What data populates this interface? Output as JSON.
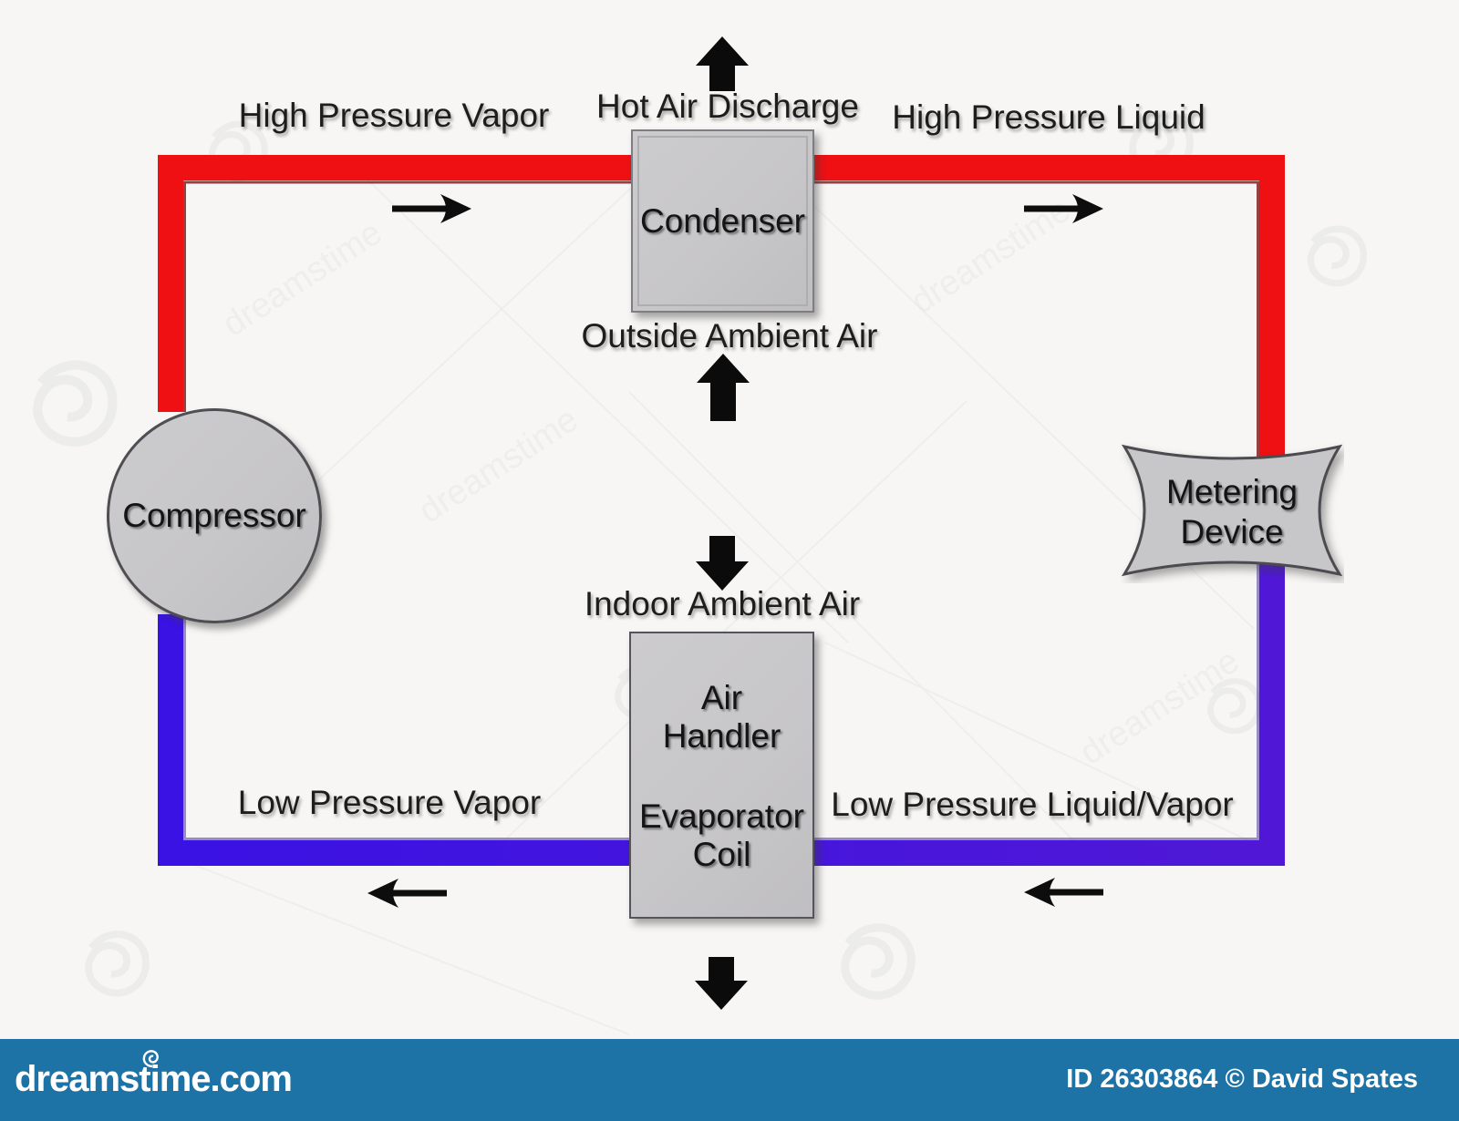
{
  "labels": {
    "high_pressure_vapor": "High Pressure Vapor",
    "hot_air_discharge": "Hot Air Discharge",
    "high_pressure_liquid": "High Pressure Liquid",
    "outside_ambient_air": "Outside Ambient Air",
    "indoor_ambient_air": "Indoor Ambient Air",
    "low_pressure_vapor": "Low Pressure Vapor",
    "low_pressure_liquid_vapor": "Low Pressure Liquid/Vapor"
  },
  "components": {
    "compressor": "Compressor",
    "condenser": "Condenser",
    "metering_device_lines": [
      "Metering",
      "Device"
    ],
    "air_handler_lines": [
      "Air",
      "Handler"
    ],
    "evaporator_lines": [
      "Evaporator",
      "Coil"
    ]
  },
  "colors": {
    "high_pressure_pipe": "#ee1013",
    "high_pressure_pipe_edge": "#7c1416",
    "low_pressure_pipe_start": "#3a12e4",
    "low_pressure_pipe_end": "#5018d6",
    "low_pressure_pipe_edge": "#240b8f",
    "component_fill": "#c7c6c8",
    "footer_bar": "#1d73a5"
  },
  "footer": {
    "site": "dreamstime.com",
    "credit": "ID 26303864 © David Spates"
  },
  "watermark_text": "dreamstime"
}
